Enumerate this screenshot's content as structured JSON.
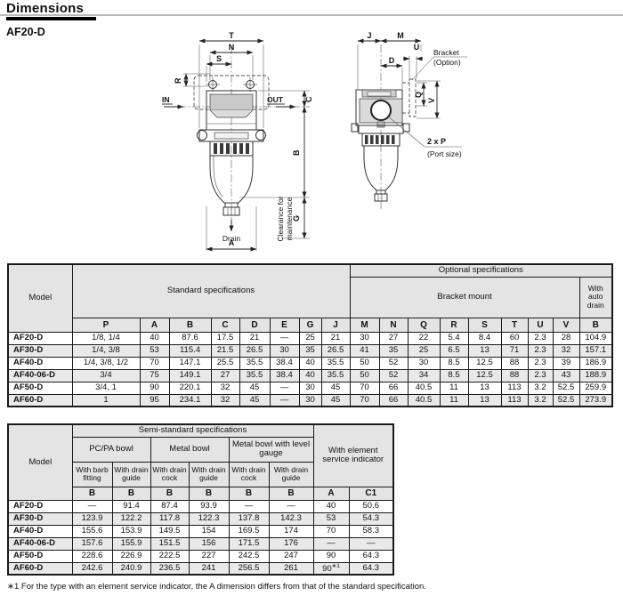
{
  "page": {
    "title": "Dimensions",
    "model": "AF20-D"
  },
  "colors": {
    "table_header_bg": "#e4e4e4",
    "alt_row_bg": "#e9e9e9",
    "rule_dark": "#000000",
    "rule_gray": "#b9b9b9"
  },
  "drawings": {
    "front": {
      "labels": {
        "t": "T",
        "n": "N",
        "s": "S",
        "r": "R",
        "in": "IN",
        "out": "OUT",
        "c": "C",
        "b": "B",
        "g": "G",
        "drain": "Drain",
        "a": "A",
        "clearance1": "Clearance for",
        "clearance2": "maintenance"
      }
    },
    "side": {
      "labels": {
        "j": "J",
        "m": "M",
        "u": "U",
        "d": "D",
        "bracket": "Bracket",
        "option": "(Option)",
        "q": "Q",
        "v": "V",
        "port": "2 x P",
        "port_size": "(Port size)"
      }
    }
  },
  "table1": {
    "header": {
      "model": "Model",
      "standard": "Standard specifications",
      "optional": "Optional specifications",
      "bracket": "Bracket mount",
      "auto_drain": "With auto drain",
      "letters": [
        "P",
        "A",
        "B",
        "C",
        "D",
        "E",
        "G",
        "J",
        "M",
        "N",
        "Q",
        "R",
        "S",
        "T",
        "U",
        "V",
        "B"
      ]
    },
    "rows": [
      {
        "model": "AF20-D",
        "values": [
          "1/8, 1/4",
          "40",
          "87.6",
          "17.5",
          "21",
          "—",
          "25",
          "21",
          "30",
          "27",
          "22",
          "5.4",
          "8.4",
          "60",
          "2.3",
          "28",
          "104.9"
        ]
      },
      {
        "model": "AF30-D",
        "values": [
          "1/4, 3/8",
          "53",
          "115.4",
          "21.5",
          "26.5",
          "30",
          "35",
          "26.5",
          "41",
          "35",
          "25",
          "6.5",
          "13",
          "71",
          "2.3",
          "32",
          "157.1"
        ]
      },
      {
        "model": "AF40-D",
        "values": [
          "1/4, 3/8, 1/2",
          "70",
          "147.1",
          "25.5",
          "35.5",
          "38.4",
          "40",
          "35.5",
          "50",
          "52",
          "30",
          "8.5",
          "12.5",
          "88",
          "2.3",
          "39",
          "186.9"
        ]
      },
      {
        "model": "AF40-06-D",
        "values": [
          "3/4",
          "75",
          "149.1",
          "27",
          "35.5",
          "38.4",
          "40",
          "35.5",
          "50",
          "52",
          "34",
          "8.5",
          "12.5",
          "88",
          "2.3",
          "43",
          "188.9"
        ]
      },
      {
        "model": "AF50-D",
        "values": [
          "3/4, 1",
          "90",
          "220.1",
          "32",
          "45",
          "—",
          "30",
          "45",
          "70",
          "66",
          "40.5",
          "11",
          "13",
          "113",
          "3.2",
          "52.5",
          "259.9"
        ]
      },
      {
        "model": "AF60-D",
        "values": [
          "1",
          "95",
          "234.1",
          "32",
          "45",
          "—",
          "30",
          "45",
          "70",
          "66",
          "40.5",
          "11",
          "13",
          "113",
          "3.2",
          "52.5",
          "273.9"
        ]
      }
    ]
  },
  "table2": {
    "header": {
      "model": "Model",
      "semi": "Semi-standard specifications",
      "element": "With element service indicator",
      "groups": [
        {
          "label": "PC/PA bowl",
          "subs": [
            "With barb fitting",
            "With drain guide"
          ]
        },
        {
          "label": "Metal bowl",
          "subs": [
            "With drain cock",
            "With drain guide"
          ]
        },
        {
          "label": "Metal bowl with level gauge",
          "subs": [
            "With drain cock",
            "With drain guide"
          ]
        }
      ],
      "letters": [
        "B",
        "B",
        "B",
        "B",
        "B",
        "B",
        "A",
        "C1"
      ]
    },
    "rows": [
      {
        "model": "AF20-D",
        "values": [
          "—",
          "91.4",
          "87.4",
          "93.9",
          "—",
          "—",
          "40",
          "50.6"
        ]
      },
      {
        "model": "AF30-D",
        "values": [
          "123.9",
          "122.2",
          "117.8",
          "122.3",
          "137.8",
          "142.3",
          "53",
          "54.3"
        ]
      },
      {
        "model": "AF40-D",
        "values": [
          "155.6",
          "153.9",
          "149.5",
          "154",
          "169.5",
          "174",
          "70",
          "58.3"
        ]
      },
      {
        "model": "AF40-06-D",
        "values": [
          "157.6",
          "155.9",
          "151.5",
          "156",
          "171.5",
          "176",
          "—",
          "—"
        ]
      },
      {
        "model": "AF50-D",
        "values": [
          "228.6",
          "226.9",
          "222.5",
          "227",
          "242.5",
          "247",
          "90",
          "64.3"
        ]
      },
      {
        "model": "AF60-D",
        "values": [
          "242.6",
          "240.9",
          "236.5",
          "241",
          "256.5",
          "261",
          "90∗1",
          "64.3"
        ]
      }
    ]
  },
  "footnote": {
    "marker": "∗1",
    "text": "For the type with an element service indicator, the A dimension differs from that of the standard specification."
  }
}
